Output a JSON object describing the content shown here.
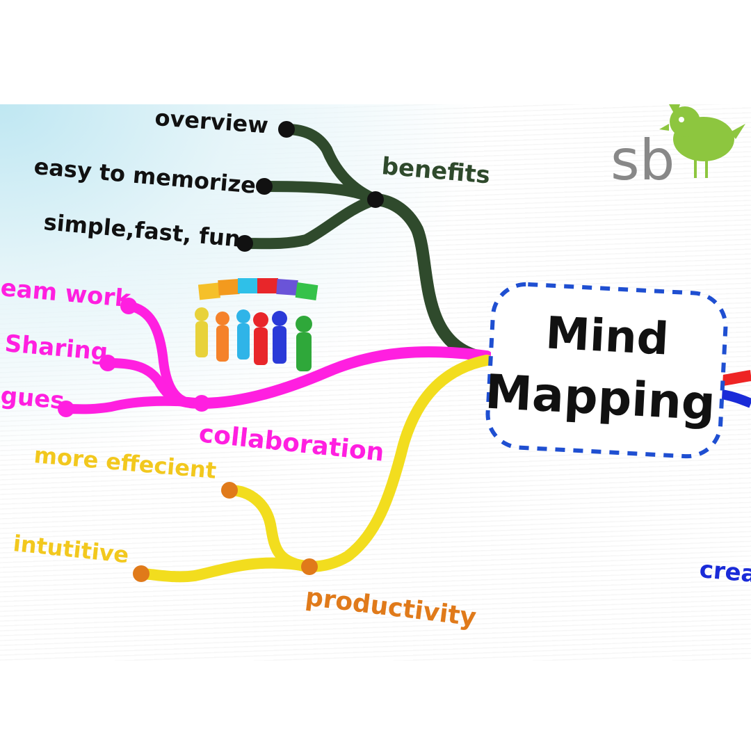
{
  "center": {
    "line1": "Mind",
    "line2": "Mapping"
  },
  "logo": {
    "text": "sb"
  },
  "colors": {
    "benefits": "#2f4a2c",
    "collaboration": "#ff1fe0",
    "productivity": "#f2dd1e",
    "productivity_label": "#e07a1a",
    "center_border": "#1f4fd1",
    "logo_green": "#8dc63f",
    "logo_gray": "#888888",
    "creativity": "#1a2bd8",
    "red_branch": "#ee2424"
  },
  "branches": {
    "benefits": {
      "label": "benefits",
      "children": [
        "overview",
        "easy to memorize",
        "simple,fast, fun"
      ]
    },
    "collaboration": {
      "label": "collaboration",
      "children": [
        "eam work",
        "Sharing",
        "gues"
      ]
    },
    "productivity": {
      "label": "productivity",
      "children": [
        "more effecient",
        "intutitive"
      ]
    },
    "partial_right": {
      "label": "crea"
    }
  }
}
